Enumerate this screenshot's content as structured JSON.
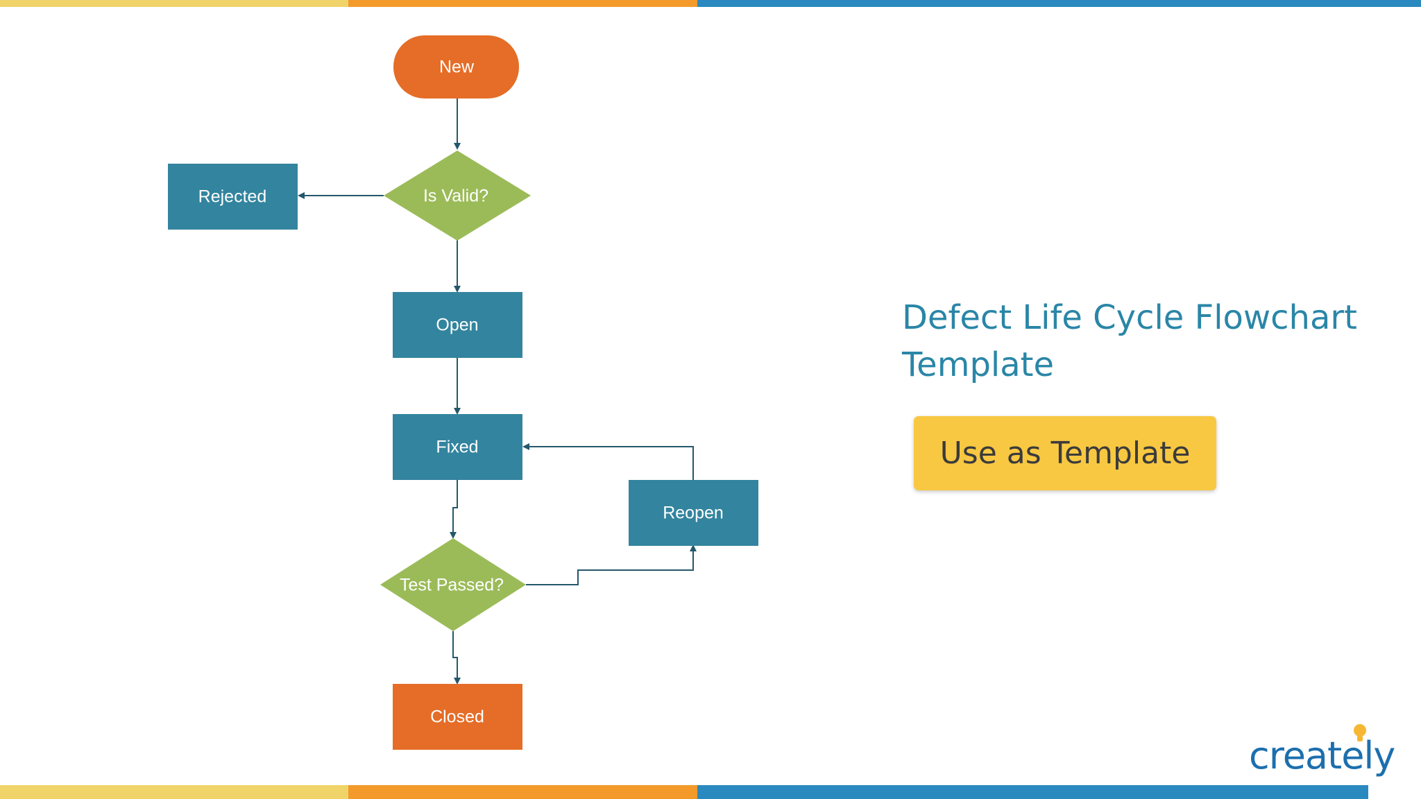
{
  "diagram": {
    "nodes": {
      "new": "New",
      "is_valid": "Is Valid?",
      "rejected": "Rejected",
      "open": "Open",
      "fixed": "Fixed",
      "reopen": "Reopen",
      "test_passed": "Test Passed?",
      "closed": "Closed"
    },
    "edges": [
      {
        "from": "New",
        "to": "Is Valid?"
      },
      {
        "from": "Is Valid?",
        "to": "Rejected"
      },
      {
        "from": "Is Valid?",
        "to": "Open"
      },
      {
        "from": "Open",
        "to": "Fixed"
      },
      {
        "from": "Fixed",
        "to": "Test Passed?"
      },
      {
        "from": "Test Passed?",
        "to": "Reopen"
      },
      {
        "from": "Reopen",
        "to": "Fixed"
      },
      {
        "from": "Test Passed?",
        "to": "Closed"
      }
    ]
  },
  "panel": {
    "title": "Defect Life Cycle Flowchart Template",
    "cta_label": "Use as Template"
  },
  "brand": {
    "logo_text": "creately"
  },
  "colors": {
    "terminal": "#e56d27",
    "process": "#33849e",
    "decision": "#9bbb59",
    "connector": "#24576a",
    "title": "#2a86a7",
    "cta": "#f8c842",
    "stripe_yellow": "#f0d46a",
    "stripe_orange": "#f39a2b",
    "stripe_blue": "#2a8ac0"
  }
}
